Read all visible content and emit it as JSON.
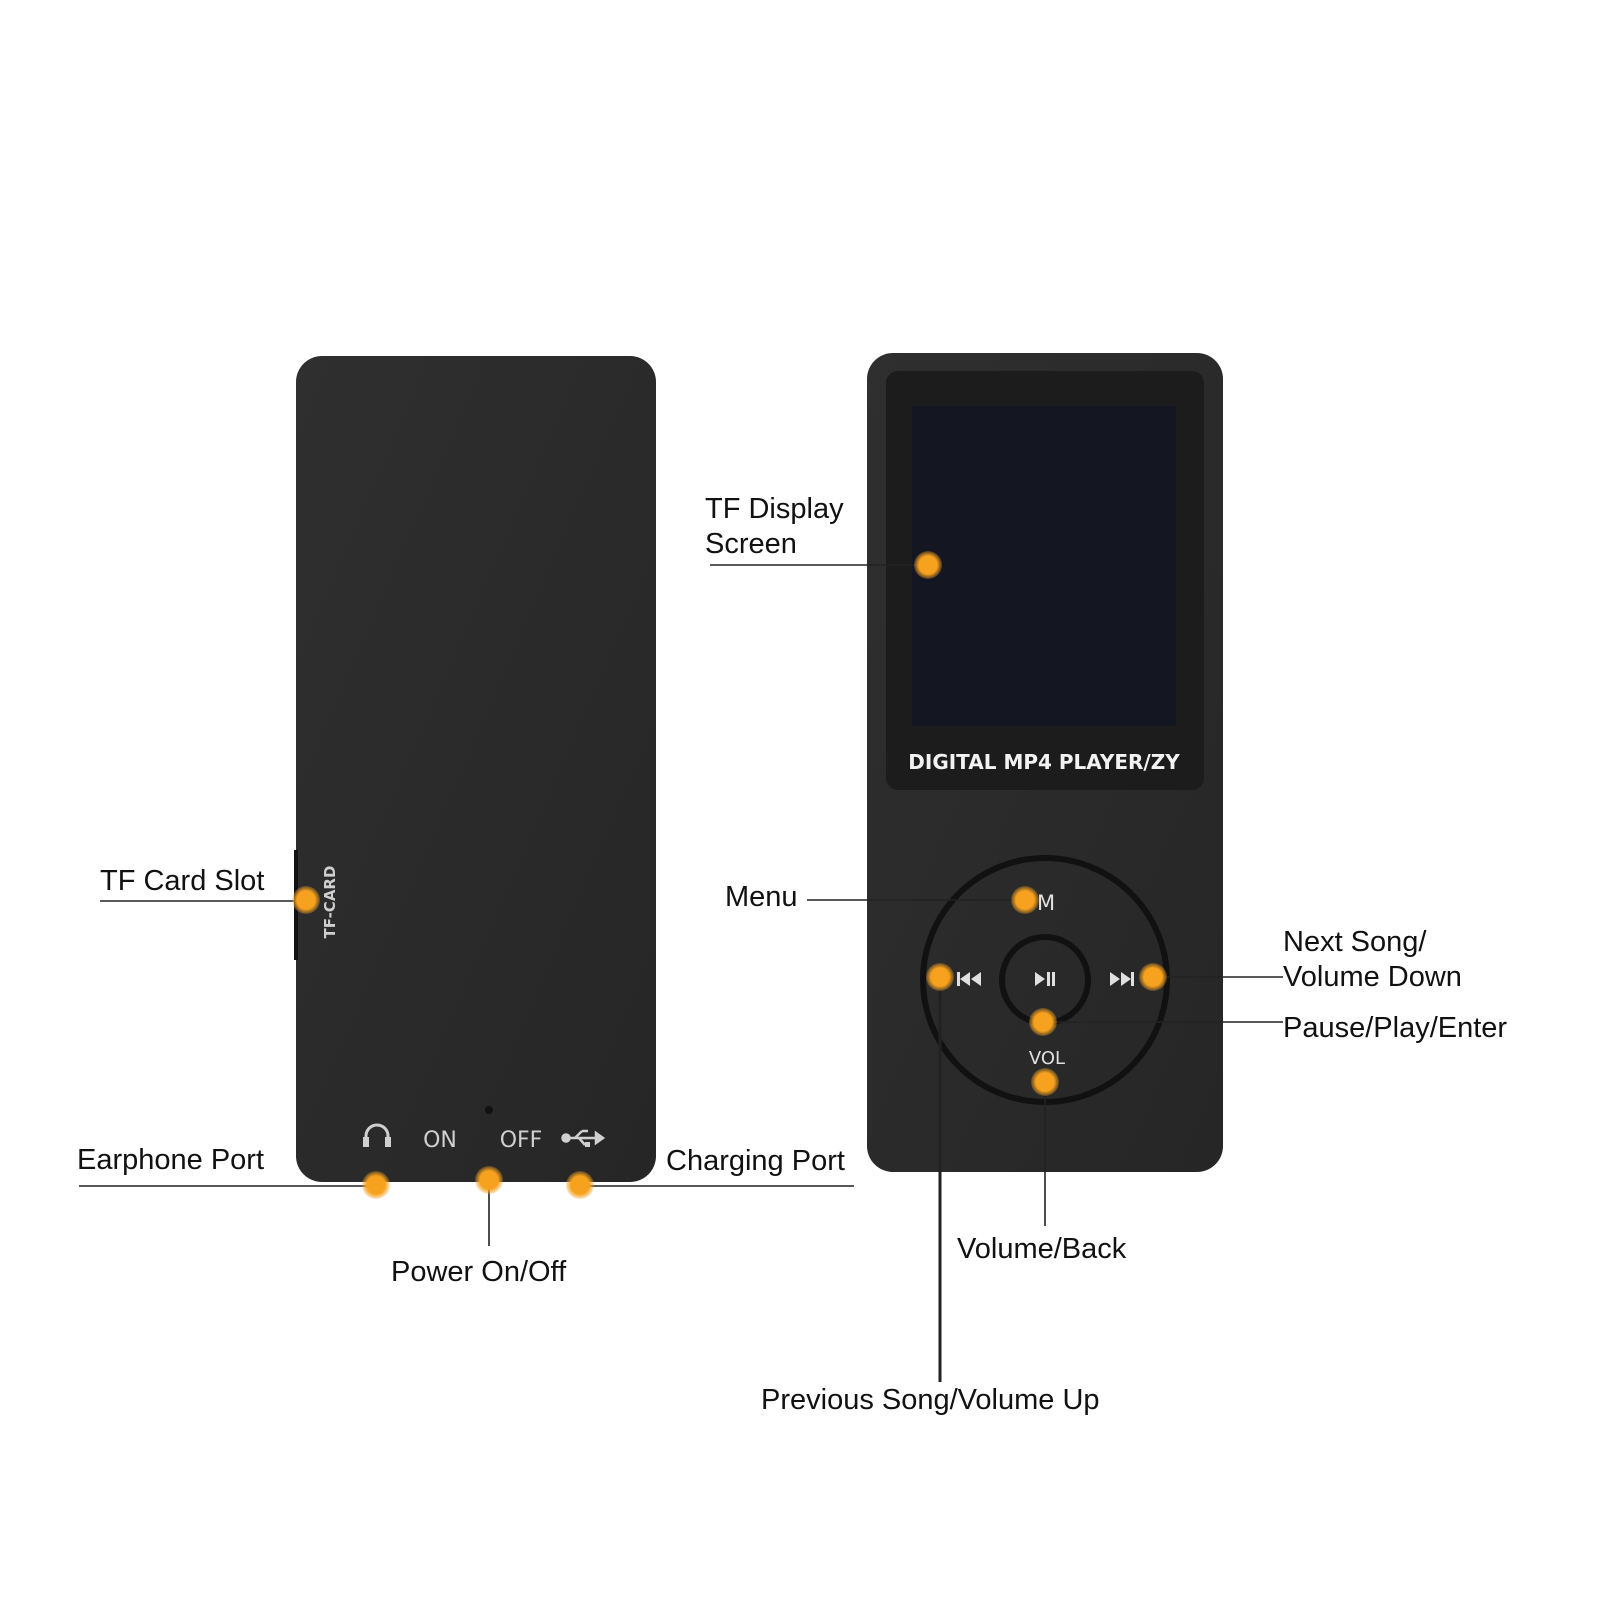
{
  "device": {
    "screen_brand": "DIGITAL MP4 PLAYER/ZY",
    "side_slot_text": "TF-CARD",
    "bottom_on_text": "ON",
    "bottom_off_text": "OFF",
    "menu_button_text": "M",
    "vol_text": "VOL"
  },
  "callouts": {
    "tf_card_slot": "TF Card Slot",
    "earphone_port": "Earphone Port",
    "power_on_off": "Power On/Off",
    "charging_port": "Charging Port",
    "tf_display_line1": "TF Display",
    "tf_display_line2": "Screen",
    "menu": "Menu",
    "next_song_line1": "Next Song/",
    "next_song_line2": "Volume Down",
    "pause_play_enter": "Pause/Play/Enter",
    "volume_back": "Volume/Back",
    "previous_song": "Previous Song/Volume Up"
  },
  "colors": {
    "device_body": "#2b2b2b",
    "screen_frame": "#1e1e1e",
    "screen": "#141622",
    "marker": "#f6a21e",
    "leader_line": "#222222"
  },
  "icons": {
    "earphone": "headphones-icon",
    "usb": "usb-icon",
    "previous": "previous-track-icon",
    "next": "next-track-icon",
    "play_pause": "play-pause-icon"
  }
}
